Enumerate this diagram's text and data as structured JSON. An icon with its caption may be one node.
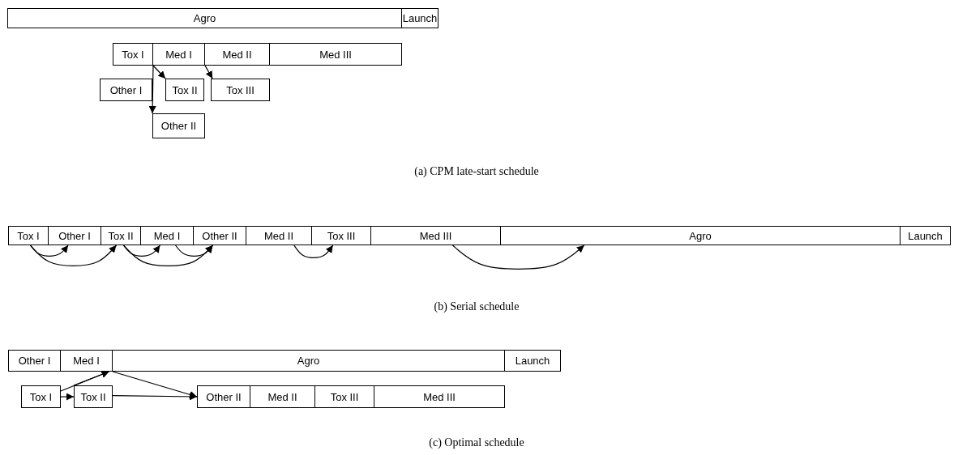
{
  "diagram": {
    "nodes": [
      {
        "text": [
          "Agro"
        ]
      },
      {
        "text": [
          "Launch"
        ]
      },
      {
        "text": [
          "Tox I"
        ]
      },
      {
        "text": [
          "Med I"
        ]
      },
      {
        "text": [
          "Med II"
        ]
      },
      {
        "text": [
          "Med III"
        ]
      },
      {
        "text": [
          "Other I"
        ]
      },
      {
        "text": [
          "Tox II"
        ]
      },
      {
        "text": [
          "Tox III"
        ]
      },
      {
        "text": [
          "Other II"
        ]
      },
      {
        "text": [
          "Tox I"
        ]
      },
      {
        "text": [
          "Other I"
        ]
      },
      {
        "text": [
          "Tox II"
        ]
      },
      {
        "text": [
          "Med I"
        ]
      },
      {
        "text": [
          "Other II"
        ]
      },
      {
        "text": [
          "Med II"
        ]
      },
      {
        "text": [
          "Tox III"
        ]
      },
      {
        "text": [
          "Med III"
        ]
      },
      {
        "text": [
          "Agro"
        ]
      },
      {
        "text": [
          "Launch"
        ]
      },
      {
        "text": [
          "Other I"
        ]
      },
      {
        "text": [
          "Med I"
        ]
      },
      {
        "text": [
          "Agro"
        ]
      },
      {
        "text": [
          "Launch"
        ]
      },
      {
        "text": [
          "Tox I"
        ]
      },
      {
        "text": [
          "Tox II"
        ]
      },
      {
        "text": [
          "Other II"
        ]
      },
      {
        "text": [
          "Med II"
        ]
      },
      {
        "text": [
          "Tox III"
        ]
      },
      {
        "text": [
          "Med III"
        ]
      }
    ],
    "edges": [
      {
        "from": 2,
        "to": 7,
        "arrow": "to"
      },
      {
        "from": 2,
        "to": 9,
        "arrow": "to"
      },
      {
        "from": 3,
        "to": 8,
        "arrow": "to"
      },
      {
        "from": 10,
        "to": 11,
        "arrow": "to"
      },
      {
        "from": 10,
        "to": 12,
        "arrow": "to"
      },
      {
        "from": 12,
        "to": 13,
        "arrow": "to"
      },
      {
        "from": 12,
        "to": 14,
        "arrow": "to"
      },
      {
        "from": 13,
        "to": 14,
        "arrow": "to"
      },
      {
        "from": 15,
        "to": 16,
        "arrow": "to"
      },
      {
        "from": 17,
        "to": 18,
        "arrow": "to"
      },
      {
        "from": 24,
        "to": 25,
        "arrow": "to"
      },
      {
        "from": 24,
        "to": 21,
        "arrow": "to"
      },
      {
        "from": 25,
        "to": 21,
        "arrow": "to"
      },
      {
        "from": 21,
        "to": 26,
        "arrow": "to"
      },
      {
        "from": 25,
        "to": 26,
        "arrow": "to"
      }
    ],
    "labels": [
      "(a) CPM late-start schedule",
      "(b) Serial schedule",
      "(c) Optimal schedule"
    ]
  }
}
